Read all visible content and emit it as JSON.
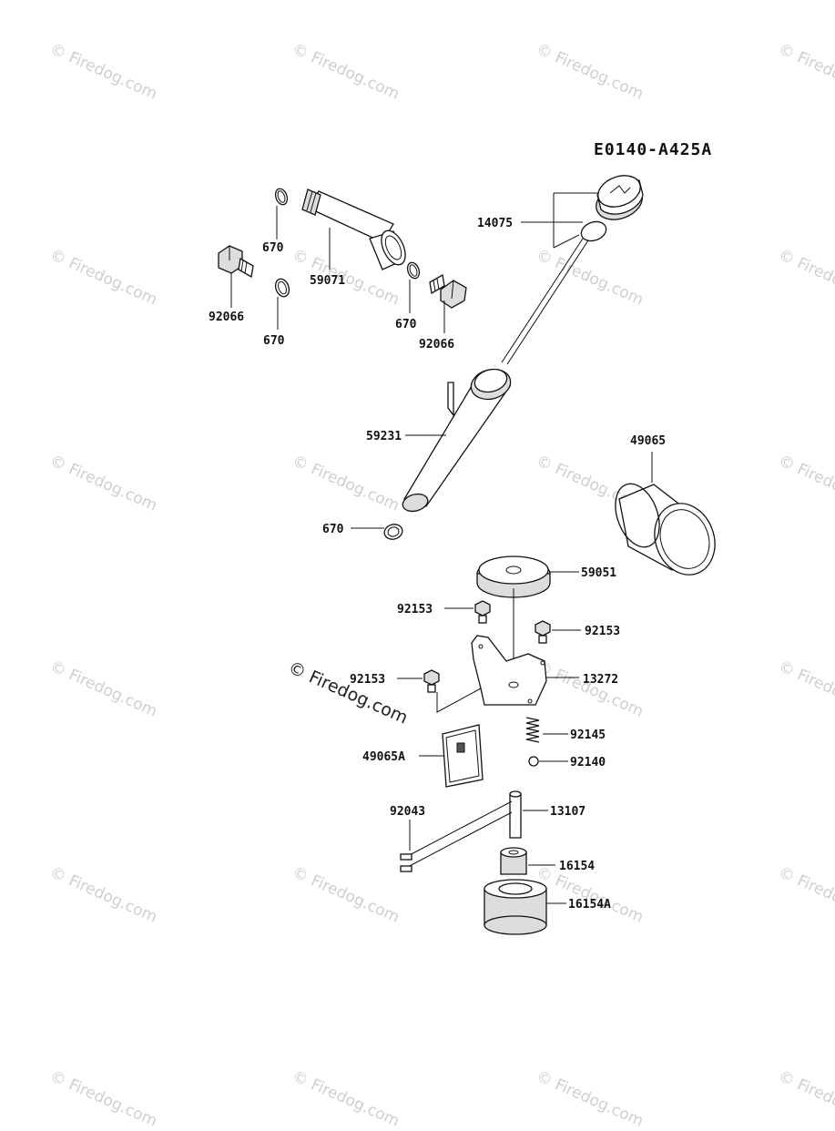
{
  "diagram_code": "E0140-A425A",
  "watermark_text": "© Firedog.com",
  "center_watermark_text": "© Firedog.com",
  "parts": {
    "oil_cap_dipstick": "14075",
    "oring_a": "670",
    "oring_b": "670",
    "oring_c": "670",
    "oring_d": "670",
    "pipe": "59071",
    "plug_left": "92066",
    "plug_right": "92066",
    "filler_tube": "59231",
    "oil_filter": "49065",
    "gear": "59051",
    "bolt_top": "92153",
    "bolt_right": "92153",
    "bolt_left": "92153",
    "plate": "13272",
    "spring": "92145",
    "ball": "92140",
    "screen": "49065A",
    "pin": "92043",
    "shaft": "13107",
    "rotor_inner": "16154",
    "rotor_outer": "16154A"
  }
}
